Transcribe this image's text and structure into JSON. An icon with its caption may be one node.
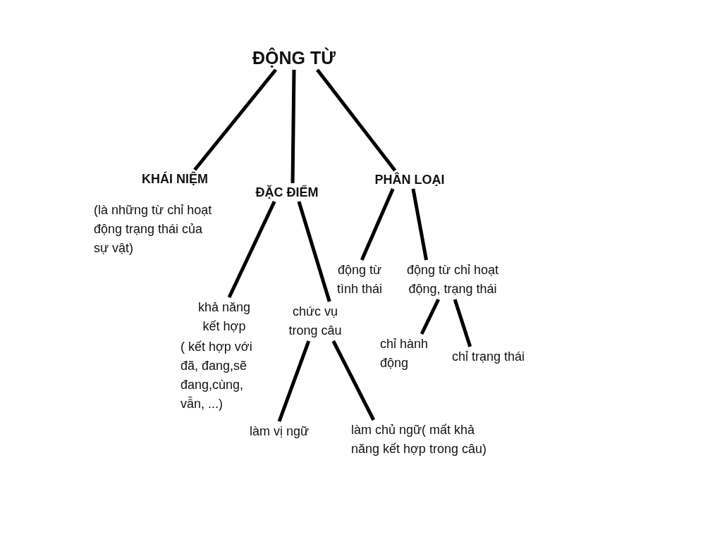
{
  "diagram": {
    "nodes": [
      {
        "text": [
          "ĐỘNG TỪ"
        ]
      },
      {
        "text": [
          "KHÁI NIỆM"
        ],
        "beside": [
          "(là những từ chỉ hoạt động trạng thái của sự vật)"
        ]
      },
      {
        "text": [
          "ĐẶC ĐIỂM"
        ]
      },
      {
        "text": [
          "PHÂN LOẠI"
        ]
      },
      {
        "text": [
          "khả năng kết hợp"
        ],
        "beside": [
          "( kết hợp với đã, đang,sẽ đang,cùng, vẫn, ...)"
        ]
      },
      {
        "text": [
          "chức vụ trong câu"
        ]
      },
      {
        "text": [
          "động từ tình thái"
        ]
      },
      {
        "text": [
          "động từ chỉ hoạt động, trạng thái"
        ]
      },
      {
        "text": [
          "làm vị ngữ"
        ]
      },
      {
        "text": [
          "làm chủ ngữ( mất khả năng kết hợp trong câu)"
        ]
      },
      {
        "text": [
          "chỉ hành động"
        ]
      },
      {
        "text": [
          "chỉ trạng thái"
        ]
      }
    ],
    "edges": [
      {
        "from": 0,
        "to": 1,
        "arrow": "none"
      },
      {
        "from": 0,
        "to": 2,
        "arrow": "none"
      },
      {
        "from": 0,
        "to": 3,
        "arrow": "none"
      },
      {
        "from": 2,
        "to": 4,
        "arrow": "none"
      },
      {
        "from": 2,
        "to": 5,
        "arrow": "none"
      },
      {
        "from": 3,
        "to": 6,
        "arrow": "none"
      },
      {
        "from": 3,
        "to": 7,
        "arrow": "none"
      },
      {
        "from": 5,
        "to": 8,
        "arrow": "none"
      },
      {
        "from": 5,
        "to": 9,
        "arrow": "none"
      },
      {
        "from": 7,
        "to": 10,
        "arrow": "none"
      },
      {
        "from": 7,
        "to": 11,
        "arrow": "none"
      }
    ]
  }
}
